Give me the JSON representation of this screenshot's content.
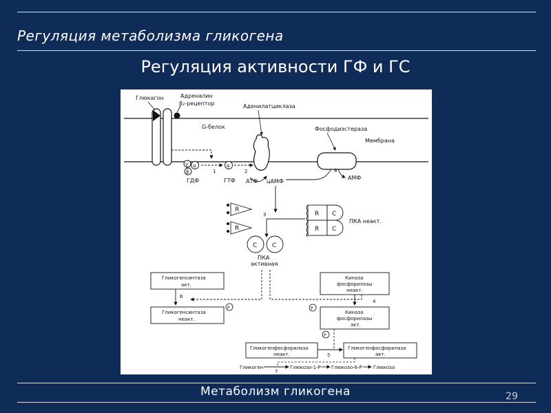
{
  "header": {
    "section_title": "Регуляция метаболизма гликогена",
    "slide_title": "Регуляция активности ГФ и ГС"
  },
  "footer": {
    "title": "Метаболизм гликогена",
    "page_number": "29"
  },
  "diagram": {
    "labels": {
      "glucagon": "Глюкагон",
      "adrenaline": "Адреналин",
      "beta2_receptor": "β₂-рецептор",
      "g_protein": "G-белок",
      "adenylate_cyclase": "Аденилатциклаза",
      "phosphodiesterase": "Фосфодиэстераза",
      "membrane": "Мембрана",
      "gdp": "ГДФ",
      "gtp": "ГТФ",
      "atp": "АТФ",
      "camp": "цАМФ",
      "amp": "АМФ",
      "gamma": "γ",
      "alpha": "α",
      "beta": "β",
      "step1": "1",
      "step2": "2",
      "step3": "3",
      "step4": "4",
      "step5": "5",
      "step6": "6",
      "step7": "7",
      "step8": "8",
      "reg_r": "R",
      "cat_c": "C",
      "pka_inactive": "ПКА неакт.",
      "pka_active_1": "ПКА",
      "pka_active_2": "активная",
      "gs_active_1": "Гликогенсинтаза",
      "gs_active_2": "акт.",
      "gs_inactive_1": "Гликогенсинтаза",
      "gs_inactive_2": "неакт.",
      "phk_inactive_1": "Киназа",
      "phk_inactive_2": "фосфорилазы",
      "phk_inactive_3": "неакт.",
      "phk_active_1": "Киназа",
      "phk_active_2": "фосфорилазы",
      "phk_active_3": "акт.",
      "gp_inactive_1": "Гликогенфосфорилаза",
      "gp_inactive_2": "неакт.",
      "gp_active_1": "Гликогенфосфорилаза",
      "gp_active_2": "акт.",
      "phosphate": "P",
      "glycogen": "Гликоген",
      "g1p": "Глюкозо-1-Р",
      "g6p": "Глюкозо-6-Р",
      "glucose": "Глюкоза"
    }
  }
}
